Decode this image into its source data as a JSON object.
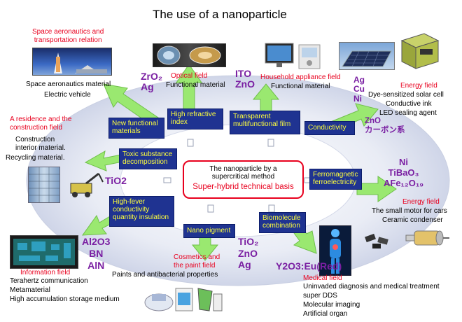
{
  "title": "The use of a nanoparticle",
  "center": {
    "line1": "The nanoparticle by a",
    "line2": "supercritical method",
    "line3": "Super-hybrid technical basis"
  },
  "labels": {
    "new_functional": "New functional\nmaterials",
    "high_refractive": "High refractive\nindex",
    "transparent": "Transparent\nmultifunctional film",
    "conductivity": "Conductivity",
    "toxic": "Toxic substance\ndecomposition",
    "ferro": "Ferromagnetic\nferroelectricity",
    "high_fever": "High-fever\nconductivity\nquantity insulation",
    "nano_pigment": "Nano pigment",
    "biomolecule": "Biomolecule\ncombination"
  },
  "fields": {
    "space": {
      "title": "Space aeronautics and\ntransportation relation",
      "items": [
        "Space aeronautics material",
        "Electric vehicle"
      ]
    },
    "optical": {
      "title": "Optical field",
      "items": [
        "Functional material"
      ]
    },
    "household": {
      "title": "Household appliance field",
      "items": [
        "Functional material"
      ]
    },
    "energy1": {
      "title": "Energy field",
      "items": [
        "Dye-sensitized solar cell",
        "Conductive ink",
        "LED sealing agent"
      ]
    },
    "residence": {
      "title": "A residence and the\nconstruction field",
      "items": [
        "Construction\ninterior material.",
        "Recycling material."
      ]
    },
    "energy2": {
      "title": "Energy field",
      "items": [
        "The small motor for cars",
        "Ceramic condenser"
      ]
    },
    "information": {
      "title": "Information field",
      "items": [
        "Terahertz communication",
        "Metamaterial",
        "High accumulation storage medium"
      ]
    },
    "cosmetics": {
      "title": "Cosmetics and\nthe paint field",
      "items": [
        "Paints and antibacterial properties"
      ]
    },
    "medical": {
      "title": "Medical field",
      "items": [
        "Uninvaded diagnosis and medical treatment",
        "super DDS",
        "Molecular imaging",
        "Artificial organ"
      ]
    }
  },
  "materials": {
    "optical": "ZrO₂\nAg",
    "household": "ITO\nZnO",
    "energy1": "Ag\nCu\nNi",
    "energy1_extra": "ZnO\nカーボン系",
    "residence": "TiO2",
    "energy2": "Ni\nTiBaO₃\nAFe₁₂O₁₉",
    "information": "Al2O3\nBN\nAlN",
    "cosmetics": "TiO₂\nZnO\nAg",
    "medical": "Y2O3:Eu(Red)"
  },
  "colors": {
    "label_bg": "#1f3391",
    "label_text": "#ffff3c",
    "field_title": "#e8001e",
    "material": "#7a1fa2",
    "arrow": "#9ae870",
    "ring": "#dfe3f0"
  }
}
